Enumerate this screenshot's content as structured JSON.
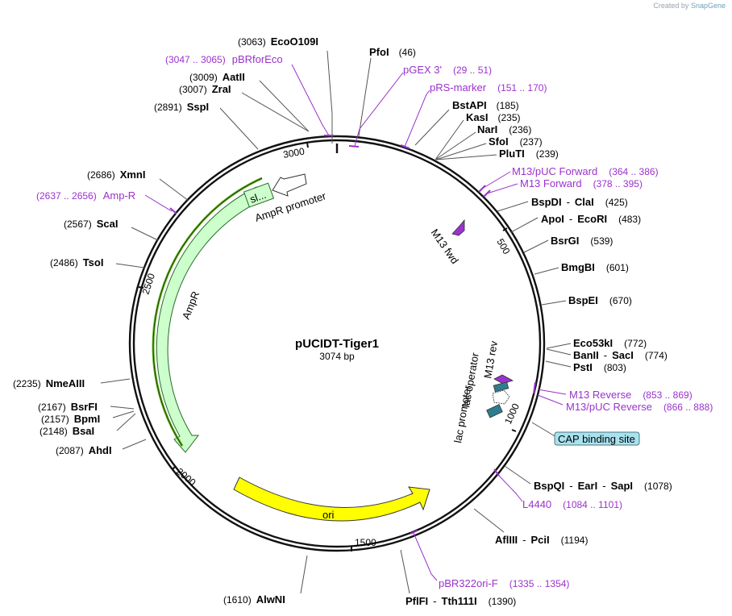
{
  "credit": {
    "prefix": "Created by",
    "brand": "SnapGene"
  },
  "plasmid": {
    "name": "pUCIDT-Tiger1",
    "size_label": "3074 bp",
    "length": 3074
  },
  "colors": {
    "primer": "#9a32cd",
    "ampr_fill": "#ccffcc",
    "ori_fill": "#ffff00",
    "cap_fill": "#a8e2ee",
    "lac_promoter": "#2e7d8f",
    "signal_outline": "#66bb22"
  },
  "ticks": [
    "500",
    "1000",
    "1500",
    "2000",
    "2500",
    "3000"
  ],
  "sites": [
    {
      "pos": "(3063)",
      "name": "EcoO109I"
    },
    {
      "pos": "(3009)",
      "name": "AatII"
    },
    {
      "pos": "(3007)",
      "name": "ZraI"
    },
    {
      "pos": "(2891)",
      "name": "SspI"
    },
    {
      "pos": "(2686)",
      "name": "XmnI"
    },
    {
      "pos": "(2567)",
      "name": "ScaI"
    },
    {
      "pos": "(2486)",
      "name": "TsoI"
    },
    {
      "pos": "(2235)",
      "name": "NmeAIII"
    },
    {
      "pos": "(2167)",
      "name": "BsrFI"
    },
    {
      "pos": "(2157)",
      "name": "BpmI"
    },
    {
      "pos": "(2148)",
      "name": "BsaI"
    },
    {
      "pos": "(2087)",
      "name": "AhdI"
    },
    {
      "pos": "(1610)",
      "name": "AlwNI"
    },
    {
      "name": "PfoI",
      "pos": "(46)"
    },
    {
      "name": "BstAPI",
      "pos": "(185)"
    },
    {
      "name": "KasI",
      "pos": "(235)"
    },
    {
      "name": "NarI",
      "pos": "(236)"
    },
    {
      "name": "SfoI",
      "pos": "(237)"
    },
    {
      "name": "PluTI",
      "pos": "(239)"
    },
    {
      "name": "BspDI",
      "name2": "ClaI",
      "pos": "(425)"
    },
    {
      "name": "ApoI",
      "name2": "EcoRI",
      "pos": "(483)"
    },
    {
      "name": "BsrGI",
      "pos": "(539)"
    },
    {
      "name": "BmgBI",
      "pos": "(601)"
    },
    {
      "name": "BspEI",
      "pos": "(670)"
    },
    {
      "name": "Eco53kI",
      "pos": "(772)"
    },
    {
      "name": "BanII",
      "name2": "SacI",
      "pos": "(774)"
    },
    {
      "name": "PstI",
      "pos": "(803)"
    },
    {
      "name": "BspQI",
      "name2": "EarI",
      "name3": "SapI",
      "pos": "(1078)"
    },
    {
      "name": "AflIII",
      "name2": "PciI",
      "pos": "(1194)"
    },
    {
      "name": "PflFI",
      "name2": "Tth111I",
      "pos": "(1390)"
    }
  ],
  "primers": [
    {
      "range": "(3047 .. 3065)",
      "name": "pBRforEco"
    },
    {
      "range": "(2637 .. 2656)",
      "name": "Amp-R"
    },
    {
      "name": "pGEX 3'",
      "range": "(29 .. 51)"
    },
    {
      "name": "pRS-marker",
      "range": "(151 .. 170)"
    },
    {
      "name": "M13/pUC Forward",
      "range": "(364 .. 386)"
    },
    {
      "name": "M13 Forward",
      "range": "(378 .. 395)"
    },
    {
      "name": "M13 Reverse",
      "range": "(853 .. 869)"
    },
    {
      "name": "M13/pUC Reverse",
      "range": "(866 .. 888)"
    },
    {
      "name": "L4440",
      "range": "(1084 .. 1101)"
    },
    {
      "name": "pBR322ori-F",
      "range": "(1335 .. 1354)"
    }
  ],
  "features": {
    "ampr": "AmpR",
    "ampr_promoter": "AmpR promoter",
    "signal": "sl...",
    "ori": "ori",
    "m13_fwd": "M13 fwd",
    "m13_rev": "M13 rev",
    "lac_operator": "lac operator",
    "lac_promoter": "lac promoter",
    "cap": "CAP binding site"
  }
}
